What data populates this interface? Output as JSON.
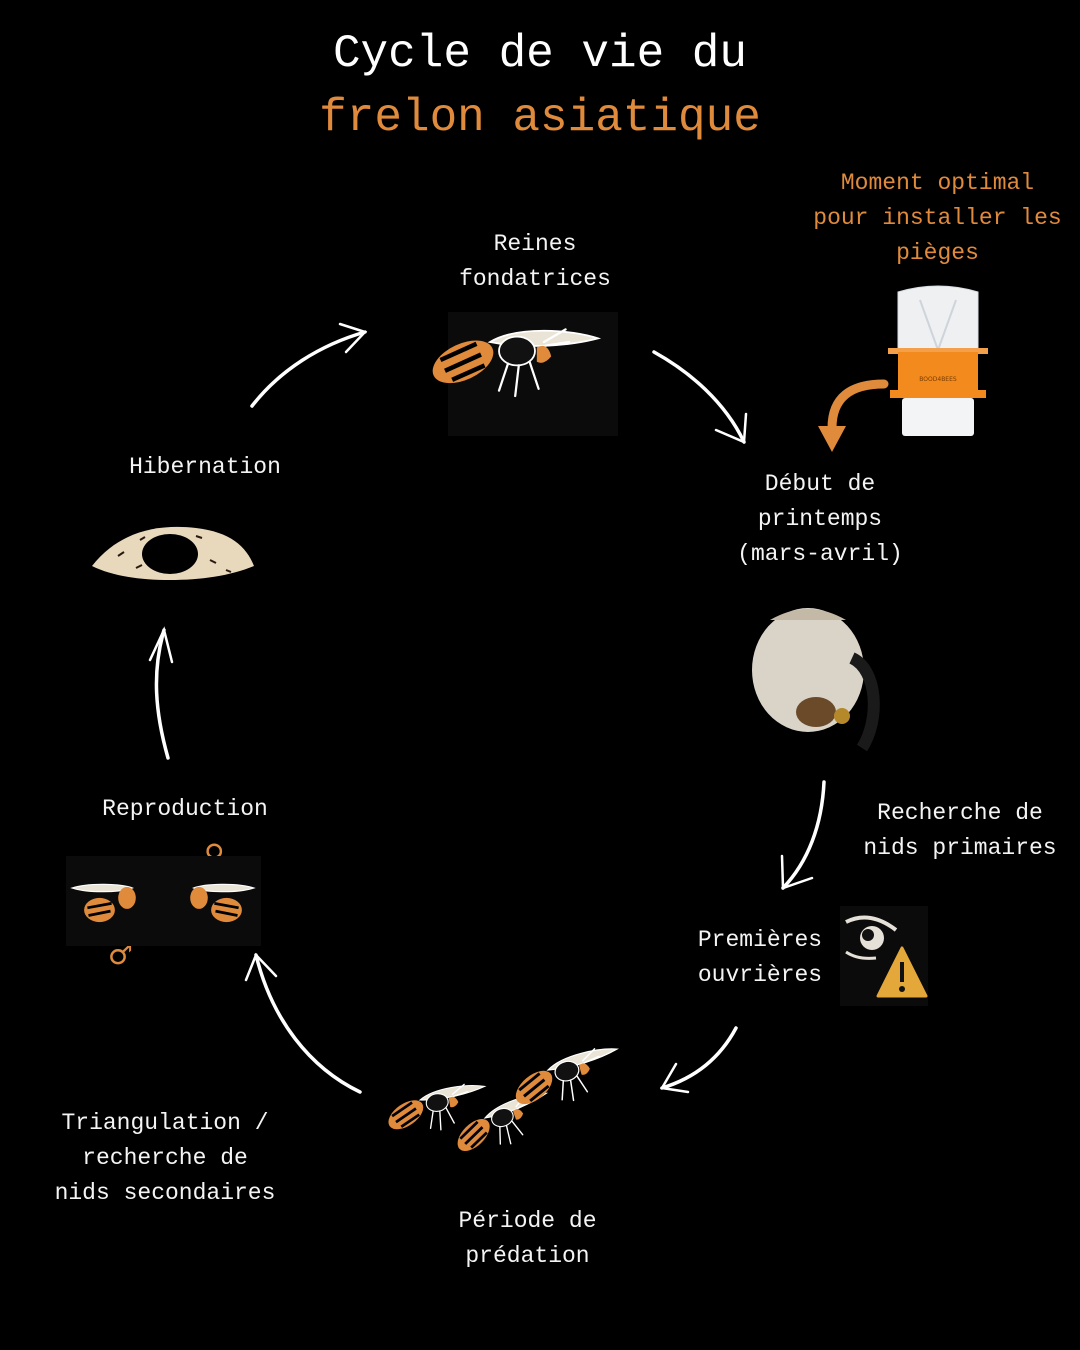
{
  "title": {
    "line1": "Cycle de vie du",
    "line2": "frelon asiatique"
  },
  "colors": {
    "background": "#000000",
    "text": "#f4f4f4",
    "accent": "#e08a3c"
  },
  "callout": {
    "line1": "Moment optimal",
    "line2": "pour installer les",
    "line3": "pièges",
    "trap_brand": "BOOD4BEES"
  },
  "stages": [
    {
      "id": "reines",
      "lines": [
        "Reines",
        "fondatrices"
      ],
      "icon": "queen-hornet-icon"
    },
    {
      "id": "printemps",
      "lines": [
        "Début de",
        "printemps",
        "(mars-avril)"
      ],
      "icon": "primary-nest-icon"
    },
    {
      "id": "nids-primaires",
      "lines": [
        "Recherche de",
        "nids primaires"
      ],
      "icon": null
    },
    {
      "id": "ouvrieres",
      "lines": [
        "Premières",
        "ouvrières"
      ],
      "icon": "eye-warning-icon"
    },
    {
      "id": "predation",
      "lines": [
        "Période de",
        "prédation"
      ],
      "icon": "hornet-swarm-icon"
    },
    {
      "id": "triangulation",
      "lines": [
        "Triangulation /",
        "recherche de",
        "nids secondaires"
      ],
      "icon": null
    },
    {
      "id": "reproduction",
      "lines": [
        "Reproduction"
      ],
      "icon": "mating-hornets-icon",
      "symbols": {
        "female": "♀",
        "male": "♂"
      }
    },
    {
      "id": "hibernation",
      "lines": [
        "Hibernation"
      ],
      "icon": "hibernation-cocoon-icon"
    }
  ]
}
